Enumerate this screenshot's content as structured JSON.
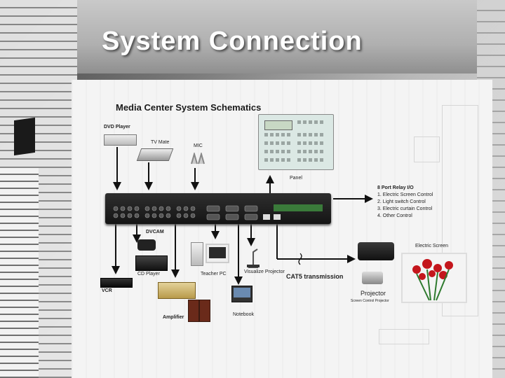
{
  "slide": {
    "title": "System Connection"
  },
  "schematic": {
    "heading": "Media Center System Schematics",
    "inputs": {
      "dvd_player": "DVD Player",
      "tv_mate": "TV Mate",
      "mic": "MIC"
    },
    "panel_label": "Panel",
    "relay": {
      "title": "8 Port Relay I/O",
      "items": [
        "1. Electric Screen Control",
        "2. Light switch Control",
        "3. Electric curtain Control",
        "4. Other Control"
      ]
    },
    "outputs": {
      "dvcam": "DVCAM",
      "cd_player": "CD Player",
      "vcr": "VCR",
      "amplifier": "Amplifier",
      "teacher_pc": "Teacher PC",
      "visualize_projector": "Visualize Projector",
      "notebook": "Notebook",
      "cat5": "CAT5 transmission",
      "electric_screen": "Electric Screen",
      "projector": "Projector",
      "projector_sub": "Screen Control Projector"
    }
  }
}
